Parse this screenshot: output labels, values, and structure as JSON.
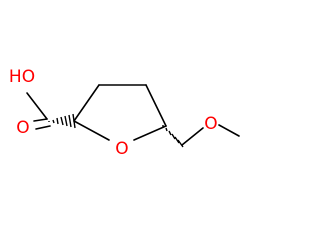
{
  "molecule": {
    "atoms": {
      "carboxyl_oh": {
        "label": "HO"
      },
      "carbonyl_o": {
        "label": "O"
      },
      "ring_o": {
        "label": "O"
      },
      "ether_o": {
        "label": "O"
      }
    },
    "colors": {
      "bond": "#000000",
      "heteroatom": "#ff0000"
    }
  }
}
